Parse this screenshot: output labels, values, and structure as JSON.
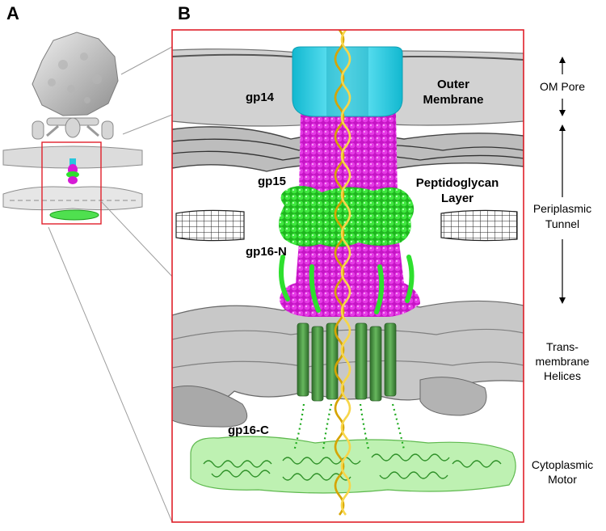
{
  "panels": {
    "a": "A",
    "b": "B"
  },
  "proteins": {
    "gp14": "gp14",
    "gp15": "gp15",
    "gp16n": "gp16-N",
    "gp16c": "gp16-C"
  },
  "layers": {
    "outer_membrane": [
      "Outer",
      "Membrane"
    ],
    "peptidoglycan": [
      "Peptidoglycan",
      "Layer"
    ]
  },
  "regions": {
    "om_pore": "OM Pore",
    "periplasmic_tunnel": [
      "Periplasmic",
      "Tunnel"
    ],
    "transmembrane_helices": [
      "Trans-",
      "membrane",
      "Helices"
    ],
    "cytoplasmic_motor": [
      "Cytoplasmic",
      "Motor"
    ]
  },
  "colors": {
    "gp14": "#22d3e6",
    "gp15": "#d61ad6",
    "gp16": "#2ee02e",
    "tm_helix": "#4f9a48",
    "motor_shell": "#a8ec98",
    "dna": "#f2c81a",
    "box": "#e0202a",
    "membrane": "#c9c9c9"
  }
}
